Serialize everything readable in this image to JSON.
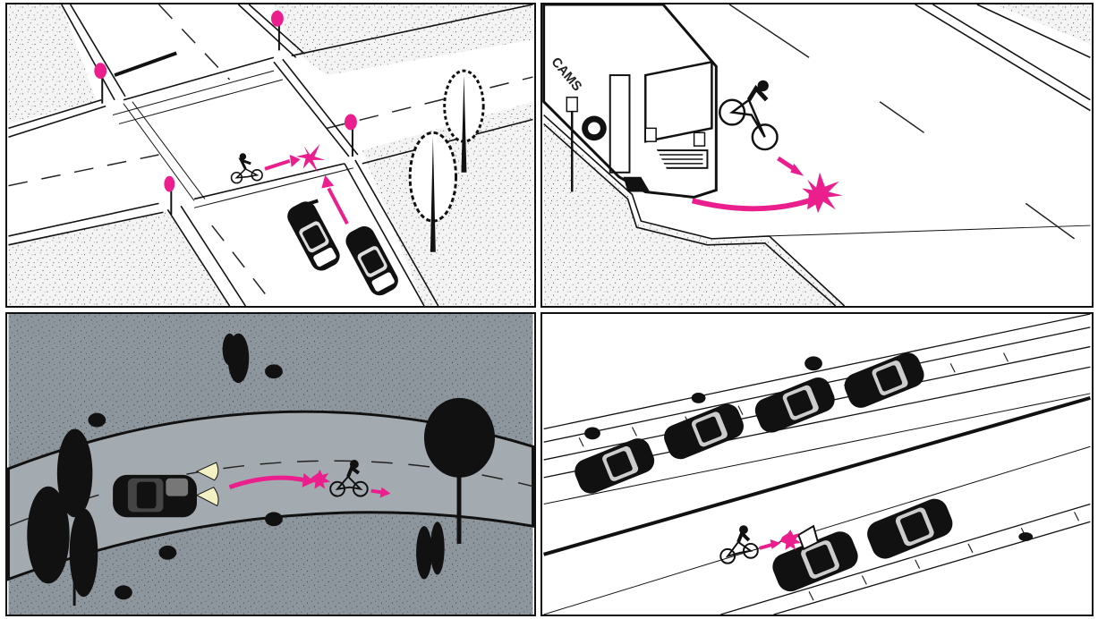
{
  "colors": {
    "accent": "#ea1e8c",
    "night_background": "#8d969c",
    "night_road": "#a3abb0",
    "headlight": "#f3f0c4",
    "ink": "#111111",
    "speckle": "#f1f1f1"
  },
  "panels": [
    {
      "id": "panel-1",
      "scene": "intersection-left-turn"
    },
    {
      "id": "panel-2",
      "scene": "bus-right-turn"
    },
    {
      "id": "panel-3",
      "scene": "night-rear-approach"
    },
    {
      "id": "panel-4",
      "scene": "parked-car-door"
    }
  ],
  "bus": {
    "destination_sign_text": "CAMS"
  }
}
